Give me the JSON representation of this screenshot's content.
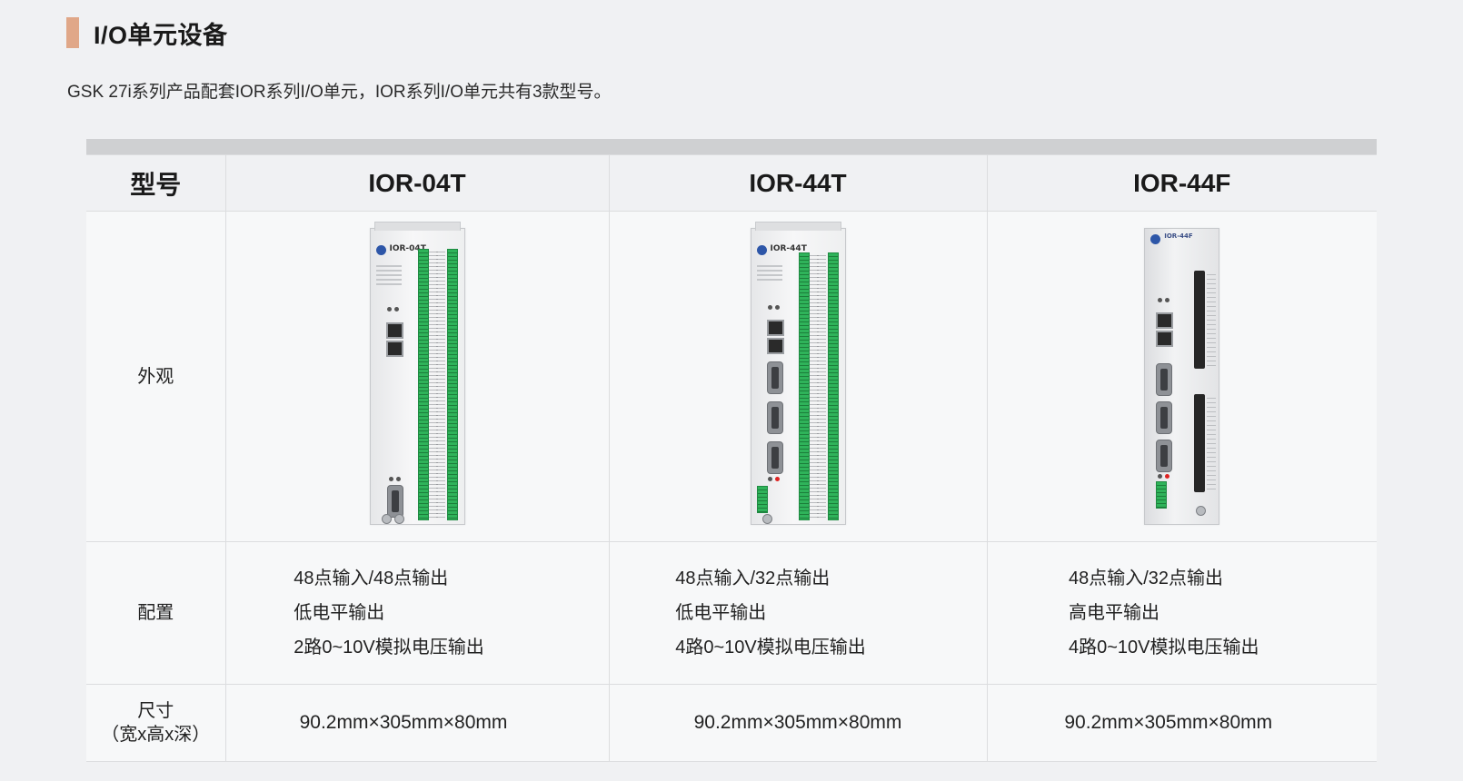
{
  "section": {
    "title": "I/O单元设备"
  },
  "intro": "GSK 27i系列产品配套IOR系列I/O单元，IOR系列I/O单元共有3款型号。",
  "table": {
    "header": {
      "label": "型号",
      "models": [
        "IOR-04T",
        "IOR-44T",
        "IOR-44F"
      ]
    },
    "rows": {
      "appearance": {
        "label": "外观"
      },
      "config": {
        "label": "配置",
        "values": [
          [
            "48点输入/48点输出",
            "低电平输出",
            "2路0~10V模拟电压输出"
          ],
          [
            "48点输入/32点输出",
            "低电平输出",
            "4路0~10V模拟电压输出"
          ],
          [
            "48点输入/32点输出",
            "高电平输出",
            "4路0~10V模拟电压输出"
          ]
        ]
      },
      "size": {
        "label_line1": "尺寸",
        "label_line2": "（宽x高x深）",
        "values": [
          "90.2mm×305mm×80mm",
          "90.2mm×305mm×80mm",
          "90.2mm×305mm×80mm"
        ]
      }
    }
  },
  "devices": [
    {
      "name": "IOR-04T"
    },
    {
      "name": "IOR-44T"
    },
    {
      "name": "IOR-44F"
    }
  ],
  "colors": {
    "accent": "#e0a788",
    "terminal": "#2fb35a",
    "logo": "#2d56a8"
  }
}
